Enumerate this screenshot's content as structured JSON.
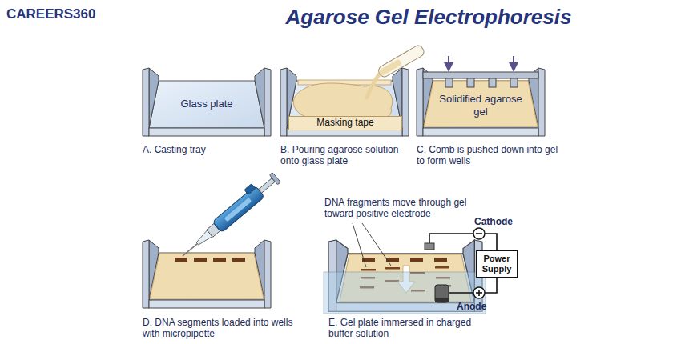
{
  "diagram": {
    "title": "Agarose Gel Electrophoresis",
    "nodes": [
      {
        "text": [
          "Masking tape"
        ]
      },
      {
        "text": [
          "Power Supply"
        ]
      }
    ],
    "labels": [
      "CAREERS360",
      "Glass plate",
      "A. Casting tray",
      "B. Pouring agarose solution onto glass plate",
      "Solidified agarose gel",
      "C. Comb is pushed down into gel to form wells",
      "D. DNA segments loaded into wells with micropipette",
      "DNA fragments move through gel toward positive electrode",
      "Cathode",
      "Anode",
      "E. Gel plate immersed in charged buffer solution"
    ]
  }
}
